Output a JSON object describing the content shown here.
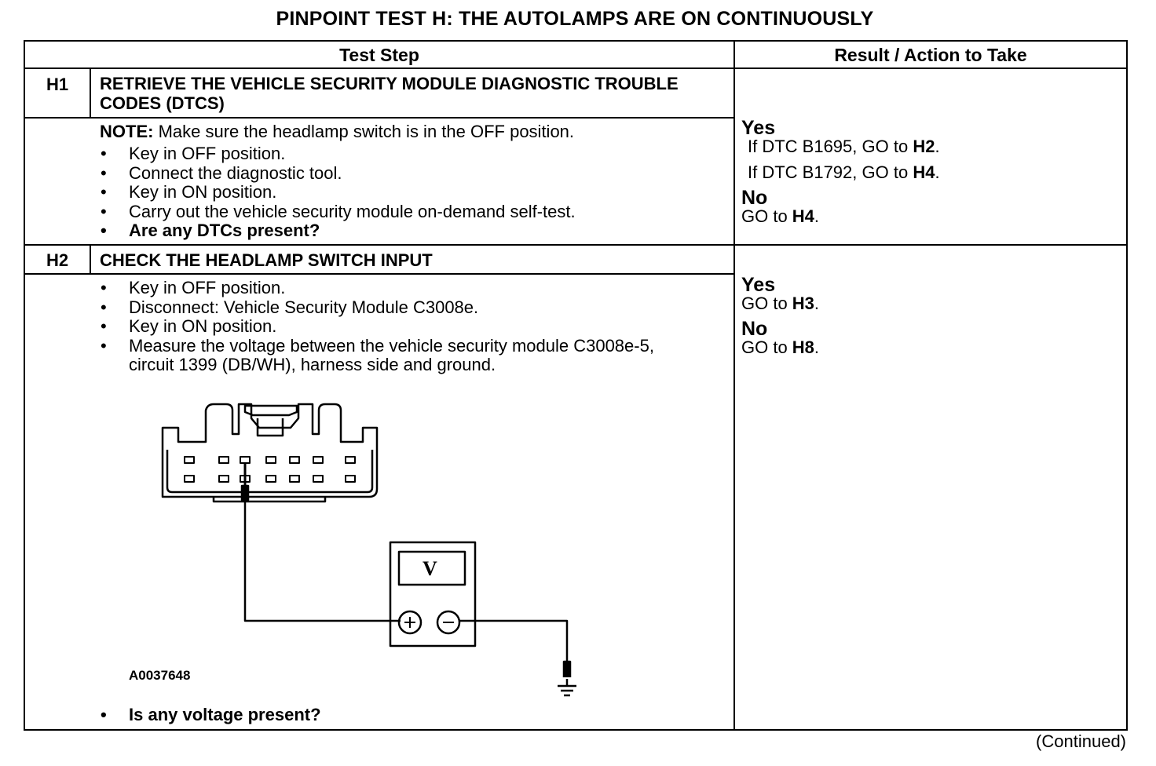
{
  "title": "PINPOINT TEST  H: THE AUTOLAMPS ARE ON CONTINUOUSLY",
  "headers": {
    "test_step": "Test Step",
    "result": "Result / Action to Take"
  },
  "h1": {
    "id": "H1",
    "title": "RETRIEVE THE VEHICLE SECURITY MODULE DIAGNOSTIC TROUBLE CODES (DTCS)",
    "note_label": "NOTE:",
    "note_text": " Make sure the headlamp switch is in the OFF position.",
    "steps": [
      "Key in OFF position.",
      "Connect the diagnostic tool.",
      "Key in ON position.",
      "Carry out the vehicle security module on-demand self-test."
    ],
    "question": "Are any DTCs present?",
    "result": {
      "yes": "Yes",
      "yes_line1_text": "If DTC B1695, GO to ",
      "yes_line1_target": "H2",
      "yes_line2_text": "If DTC B1792, GO to ",
      "yes_line2_target": "H4",
      "no": "No",
      "no_text": "GO to ",
      "no_target": "H4"
    }
  },
  "h2": {
    "id": "H2",
    "title": "CHECK THE HEADLAMP SWITCH INPUT",
    "steps": [
      "Key in OFF position.",
      "Disconnect: Vehicle Security Module C3008e.",
      "Key in ON position.",
      "Measure the voltage between the vehicle security module C3008e-5, circuit 1399 (DB/WH), harness side and ground."
    ],
    "figure_id": "A0037648",
    "meter_label": "V",
    "question": "Is any voltage present?",
    "result": {
      "yes": "Yes",
      "yes_text": "GO to ",
      "yes_target": "H3",
      "no": "No",
      "no_text": "GO to ",
      "no_target": "H8"
    }
  },
  "footer": "(Continued)"
}
